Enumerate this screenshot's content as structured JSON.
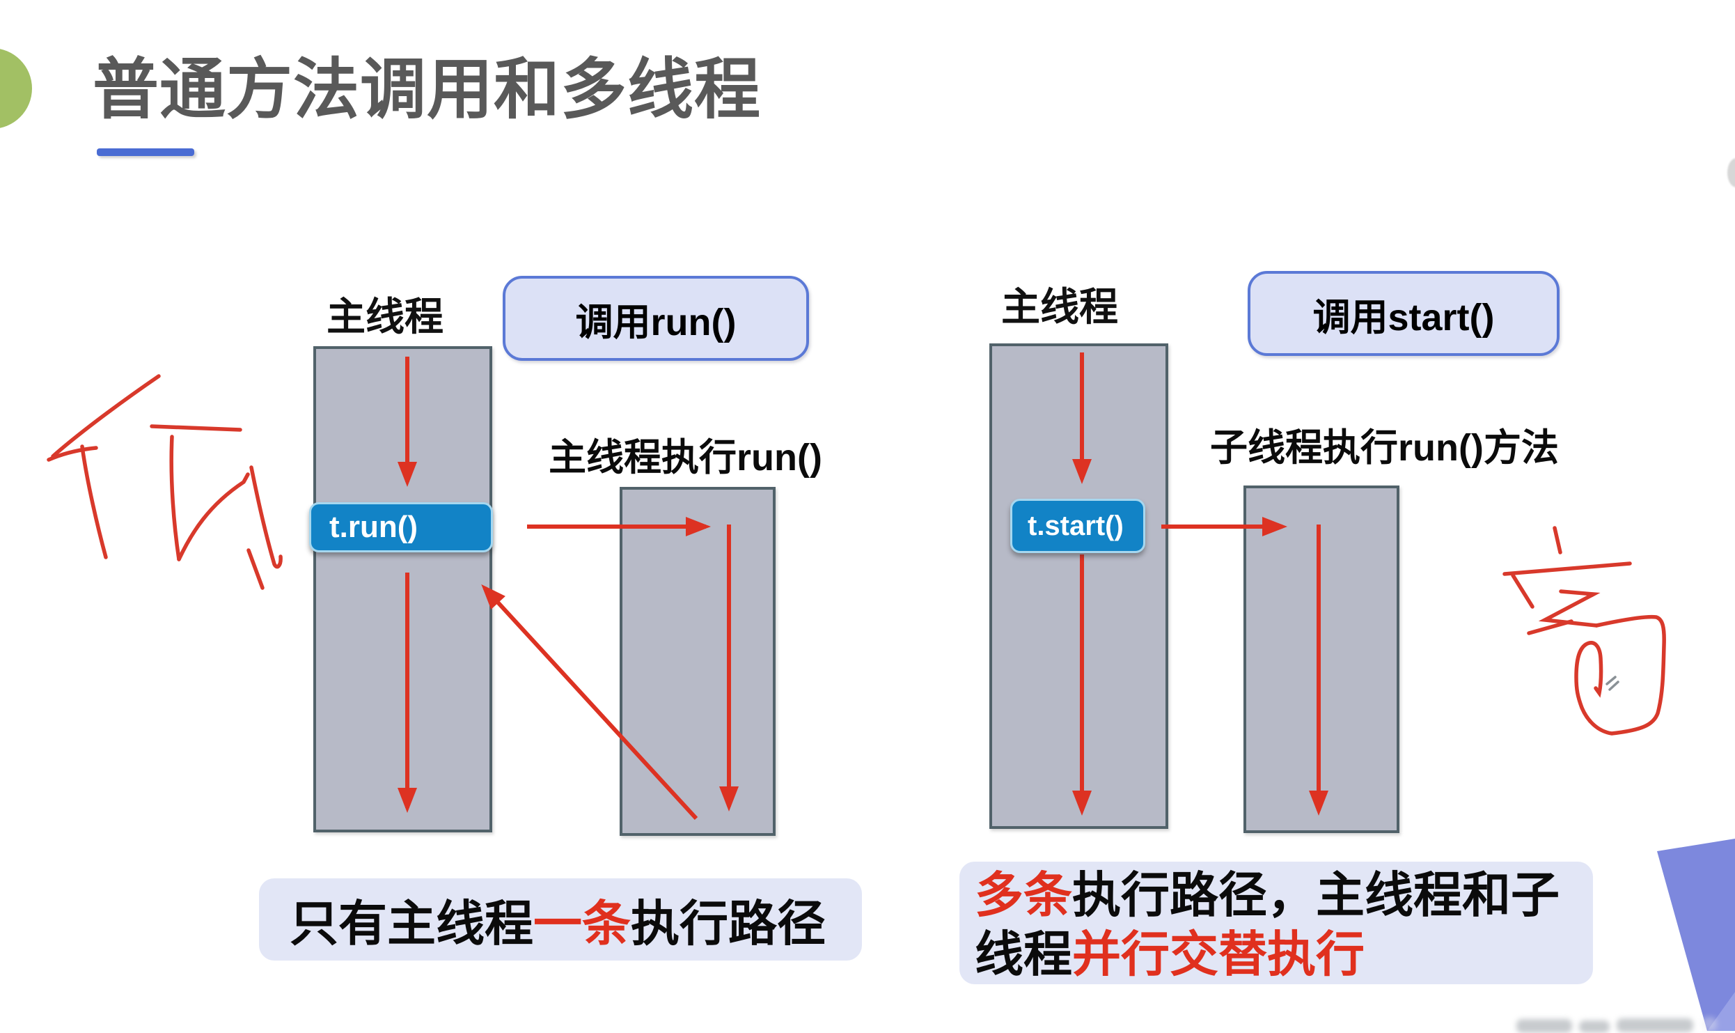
{
  "title": {
    "text": "普通方法调用和多线程"
  },
  "left_diagram": {
    "thread_label": "主线程",
    "call_label": "调用run()",
    "exec_label": "主线程执行run()",
    "button_label": "t.run()",
    "caption": {
      "pre": "只有主线程",
      "highlight": "一条",
      "post": "执行路径"
    }
  },
  "right_diagram": {
    "thread_label": "主线程",
    "call_label": "调用start()",
    "exec_label": "子线程执行run()方法",
    "button_label": "t.start()",
    "caption_line1": {
      "highlight": "多条",
      "post": "执行路径，主线程和子"
    },
    "caption_line2": {
      "pre": "线程",
      "highlight": "并行交替执行"
    }
  },
  "annotations": {
    "left_handwriting": "低",
    "right_handwriting": "高"
  },
  "colors": {
    "accent_red": "#dd3222",
    "highlight_red": "#e0301e",
    "button_blue": "#1283c6",
    "bar_gray": "#b7bac7",
    "bar_border": "#51626a",
    "call_box_fill": "#dce1f6",
    "call_box_border": "#5b79d6",
    "caption_bg": "#e2e6f6",
    "title_gray": "#595959",
    "title_underline_blue": "#4a6cd3",
    "green_circle": "#a2c064",
    "corner_triangle": "#7d88dd"
  }
}
